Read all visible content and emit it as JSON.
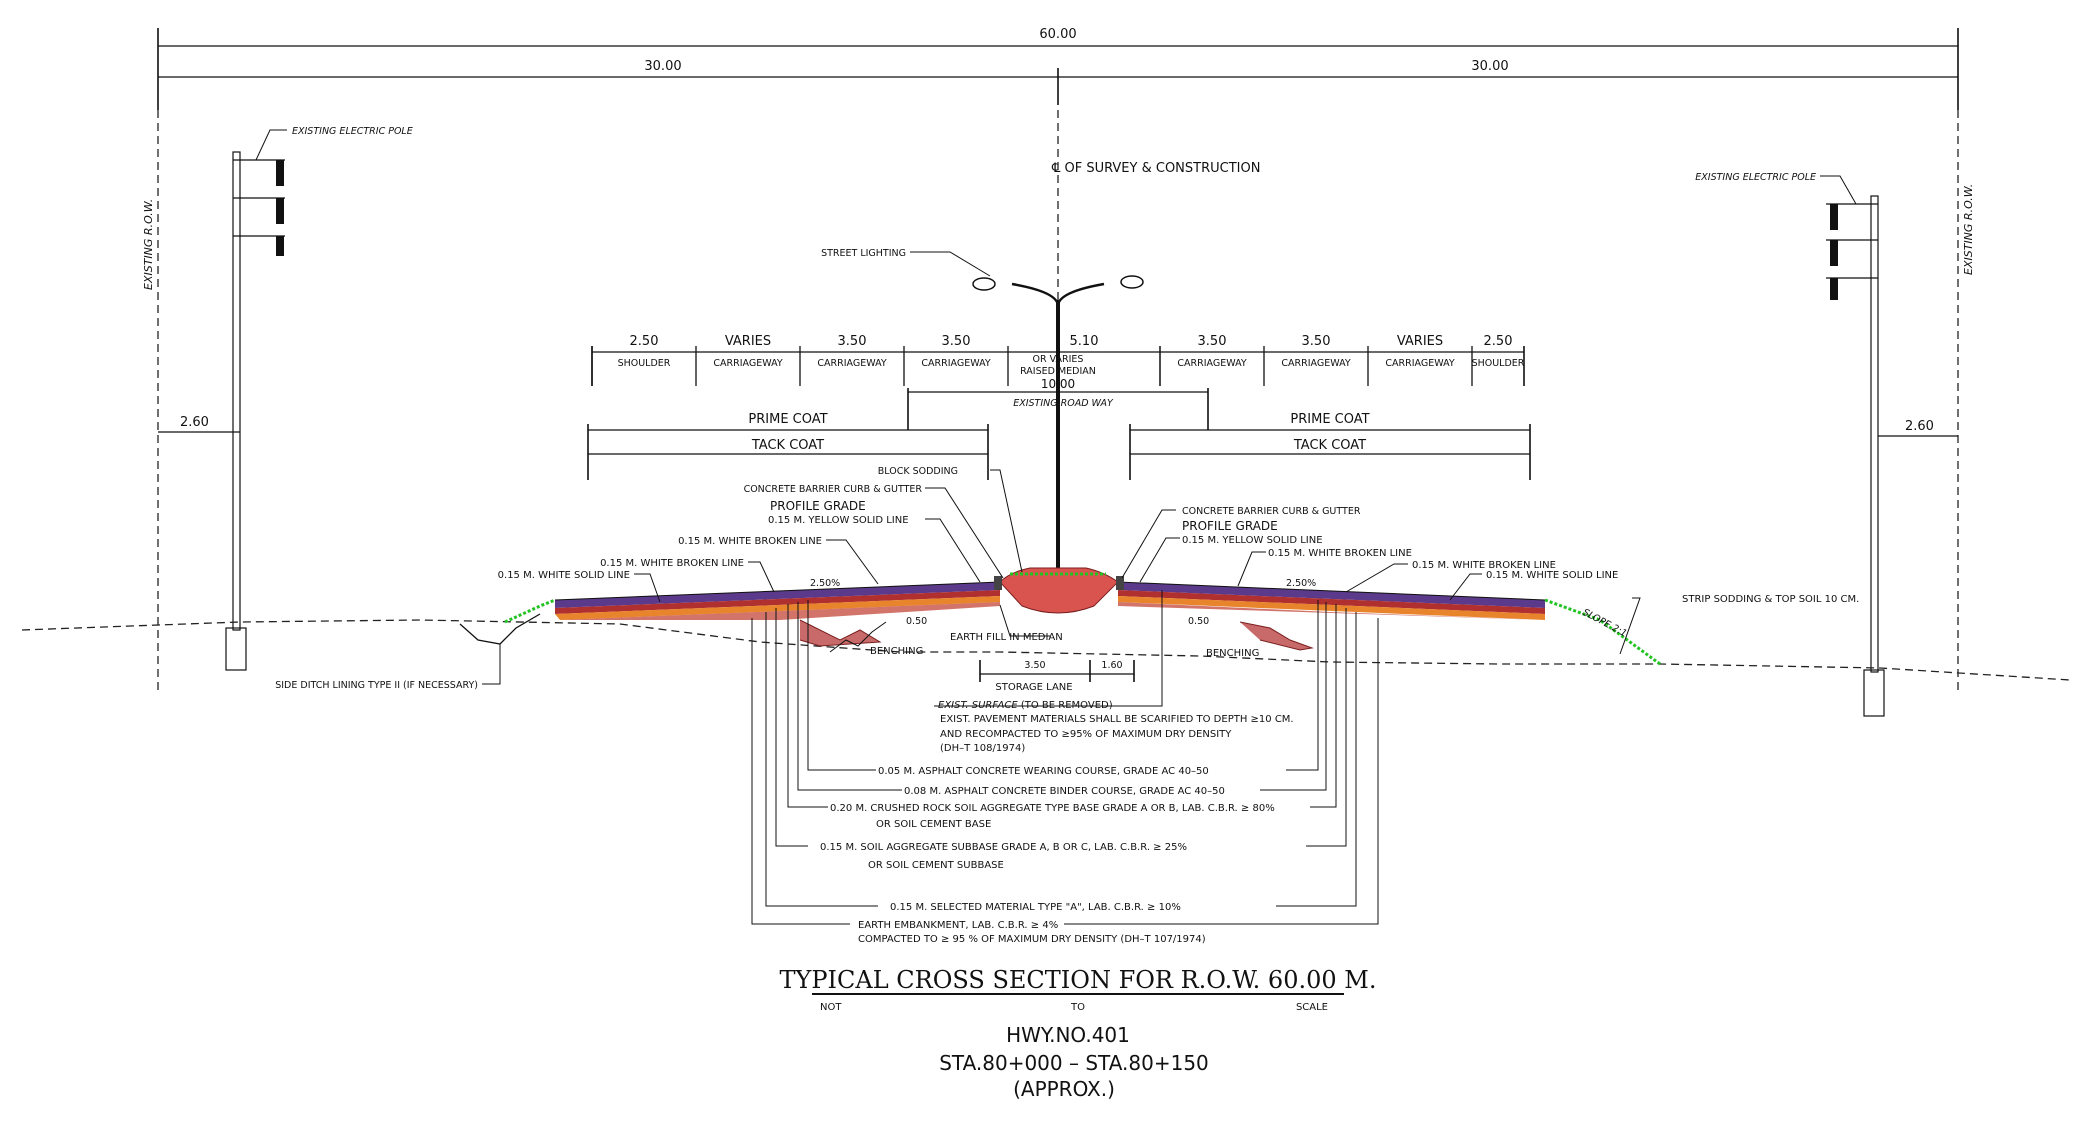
{
  "dimensions": {
    "total": "60.00",
    "left_half": "30.00",
    "right_half": "30.00",
    "pole_offset_left": "2.60",
    "pole_offset_right": "2.60"
  },
  "labels": {
    "row_left": "EXISTING R.O.W.",
    "row_right": "EXISTING R.O.W.",
    "pole_left": "EXISTING ELECTRIC POLE",
    "pole_right": "EXISTING ELECTRIC POLE",
    "centerline": "℄ OF SURVEY & CONSTRUCTION",
    "street_lighting": "STREET LIGHTING",
    "existing_road_way": "EXISTING ROAD WAY",
    "existing_road_way_width": "10.00",
    "prime_coat": "PRIME COAT",
    "tack_coat": "TACK COAT",
    "block_sodding": "BLOCK SODDING",
    "curb_left": "CONCRETE  BARRIER CURB & GUTTER",
    "curb_right": "CONCRETE  BARRIER CURB & GUTTER",
    "profile_grade": "PROFILE GRADE",
    "yellow_solid": "0.15  M. YELLOW SOLID LINE",
    "white_broken": "0.15 M. WHITE BROKEN LINE",
    "white_solid": "0.15  M. WHITE SOLID LINE",
    "crossfall": "2.50%",
    "bench_dim": "0.50",
    "earth_fill": "EARTH FILL IN MEDIAN",
    "benching": "BENCHING",
    "storage_lane": "STORAGE LANE",
    "storage_dim_1": "3.50",
    "storage_dim_2": "1.60",
    "side_ditch": "SIDE DITCH LINING TYPE II (IF NECESSARY)",
    "strip_sodding": "STRIP SODDING & TOP SOIL 10 CM.",
    "slope": "SLOPE 2:1",
    "exist_surface": "EXIST. SURFACE",
    "exist_surface_note": "(TO BE REMOVED)",
    "pavement_note_1": "EXIST. PAVEMENT MATERIALS SHALL BE SCARIFIED TO DEPTH ≥10 CM.",
    "pavement_note_2": "AND RECOMPACTED TO ≥95%  OF MAXIMUM DRY DENSITY",
    "pavement_note_3": "(DH–T 108/1974)",
    "median_or_varies": "OR VARIES",
    "median_raised": "RAISED MEDIAN"
  },
  "lanes": [
    {
      "width": "2.50",
      "name": "SHOULDER"
    },
    {
      "width": "VARIES",
      "name": "CARRIAGEWAY"
    },
    {
      "width": "3.50",
      "name": "CARRIAGEWAY"
    },
    {
      "width": "3.50",
      "name": "CARRIAGEWAY"
    },
    {
      "width": "5.10",
      "name": ""
    },
    {
      "width": "3.50",
      "name": "CARRIAGEWAY"
    },
    {
      "width": "3.50",
      "name": "CARRIAGEWAY"
    },
    {
      "width": "VARIES",
      "name": "CARRIAGEWAY"
    },
    {
      "width": "2.50",
      "name": "SHOULDER"
    }
  ],
  "layers": [
    {
      "text": "0.05 M. ASPHALT CONCRETE WEARING COURSE, GRADE AC 40–50",
      "color": "#8a1a1a"
    },
    {
      "text": "0.08 M. ASPHALT CONCRETE BINDER COURSE, GRADE AC 40–50",
      "color": "#c0392b"
    },
    {
      "text": "0.20 M. CRUSHED ROCK SOIL AGGREGATE TYPE BASE GRADE A OR B, LAB. C.B.R. ≥ 80%",
      "color": "#e67e22"
    },
    {
      "text": "OR SOIL CEMENT BASE",
      "color": ""
    },
    {
      "text": "0.15 M. SOIL AGGREGATE SUBBASE GRADE A, B OR C, LAB. C.B.R. ≥ 25%",
      "color": "#f1c40f"
    },
    {
      "text": "OR SOIL CEMENT SUBBASE",
      "color": ""
    },
    {
      "text": "0.15 M. SELECTED MATERIAL TYPE \"A\", LAB. C.B.R. ≥ 10%",
      "color": "#7d3c98"
    },
    {
      "text": "EARTH EMBANKMENT, LAB. C.B.R. ≥ 4%",
      "color": "#444444"
    },
    {
      "text": "COMPACTED TO ≥ 95 % OF MAXIMUM DRY DENSITY (DH–T 107/1974)",
      "color": ""
    }
  ],
  "title": {
    "main": "TYPICAL CROSS SECTION FOR R.O.W. 60.00 M.",
    "scale_not": "NOT",
    "scale_to": "TO",
    "scale_scale": "SCALE",
    "highway": "HWY.NO.401",
    "station": "STA.80+000  –  STA.80+150",
    "approx": "(APPROX.)"
  },
  "colors": {
    "grass": "#22c322",
    "median_fill": "#d9534f",
    "pavement_top": "#5b3a8c",
    "pavement_mid": "#b03030",
    "pavement_base": "#e8842b"
  }
}
